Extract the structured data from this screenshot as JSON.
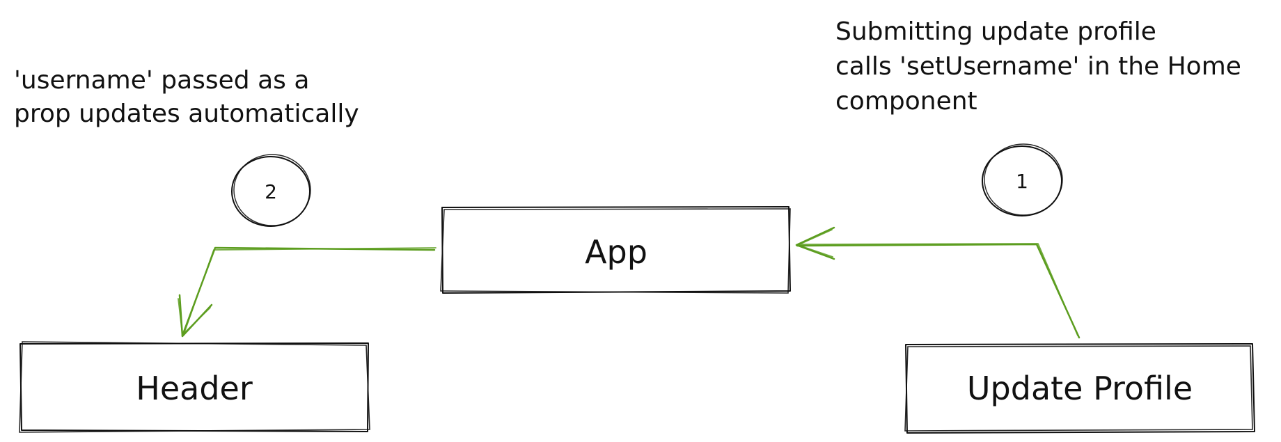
{
  "nodes": {
    "app": {
      "label": "App"
    },
    "header": {
      "label": "Header"
    },
    "update_profile": {
      "label": "Update Profile"
    }
  },
  "steps": {
    "one": {
      "label": "1"
    },
    "two": {
      "label": "2"
    }
  },
  "annotations": {
    "left": [
      "'username' passed as a",
      "prop updates automatically"
    ],
    "right": [
      "Submitting update profile",
      "calls 'setUsername' in the Home",
      "component"
    ]
  },
  "colors": {
    "arrow": "#5c9d1f",
    "stroke": "#111111",
    "background": "#ffffff"
  }
}
